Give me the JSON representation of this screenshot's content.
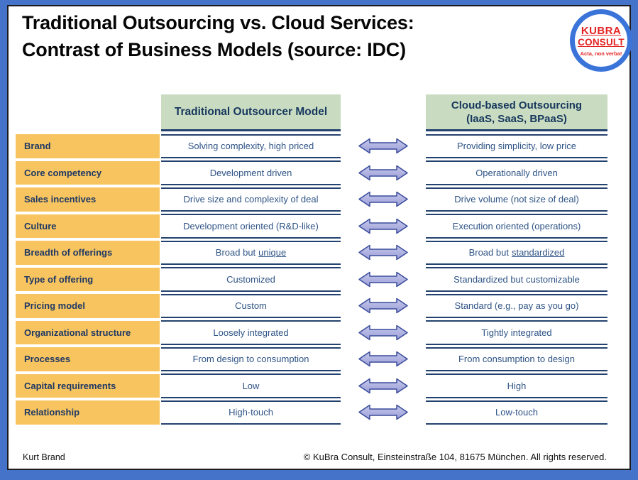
{
  "slide": {
    "title_line1": "Traditional Outsourcing vs. Cloud Services:",
    "title_line2": "Contrast of Business Models (source: IDC)",
    "footer_left": "Kurt Brand",
    "footer_right": "© KuBra Consult, Einsteinstraße 104, 81675 München. All rights reserved."
  },
  "logo": {
    "line1": "KUBRA",
    "line2": "CONSULT",
    "tagline": "Acta, non verba!"
  },
  "table": {
    "header_traditional": "Traditional Outsourcer Model",
    "header_cloud_line1": "Cloud-based Outsourcing",
    "header_cloud_line2": "(IaaS, SaaS, BPaaS)",
    "rows": [
      {
        "label": "Brand",
        "trad": "Solving complexity, high priced",
        "trad_u": "",
        "cloud": "Providing simplicity, low price",
        "cloud_u": ""
      },
      {
        "label": "Core competency",
        "trad": "Development driven",
        "trad_u": "",
        "cloud": "Operationally driven",
        "cloud_u": ""
      },
      {
        "label": "Sales incentives",
        "trad": "Drive size and complexity of deal",
        "trad_u": "",
        "cloud": "Drive volume (not size of deal)",
        "cloud_u": ""
      },
      {
        "label": "Culture",
        "trad": "Development oriented (R&D-like)",
        "trad_u": "",
        "cloud": "Execution oriented (operations)",
        "cloud_u": ""
      },
      {
        "label": "Breadth of offerings",
        "trad": "Broad but",
        "trad_u": "unique",
        "cloud": "Broad but",
        "cloud_u": "standardized"
      },
      {
        "label": "Type of offering",
        "trad": "Customized",
        "trad_u": "",
        "cloud": "Standardized but customizable",
        "cloud_u": ""
      },
      {
        "label": "Pricing model",
        "trad": "Custom",
        "trad_u": "",
        "cloud": "Standard (e.g., pay as you go)",
        "cloud_u": ""
      },
      {
        "label": "Organizational structure",
        "trad": "Loosely integrated",
        "trad_u": "",
        "cloud": "Tightly integrated",
        "cloud_u": ""
      },
      {
        "label": "Processes",
        "trad": "From design to consumption",
        "trad_u": "",
        "cloud": "From consumption to design",
        "cloud_u": ""
      },
      {
        "label": "Capital requirements",
        "trad": "Low",
        "trad_u": "",
        "cloud": "High",
        "cloud_u": ""
      },
      {
        "label": "Relationship",
        "trad": "High-touch",
        "trad_u": "",
        "cloud": "Low-touch",
        "cloud_u": ""
      }
    ]
  },
  "colors": {
    "frame_blue": "#4573C9",
    "label_orange": "#F7C45F",
    "header_green": "#C9DCC2",
    "label_text_navy": "#1F3864",
    "cell_text_navy": "#2F5486",
    "rule_navy": "#24426F",
    "arrow_fill": "#ABADDE",
    "arrow_border": "#3A4C9B",
    "logo_red": "#E32322",
    "logo_blue": "#3B74D9"
  }
}
